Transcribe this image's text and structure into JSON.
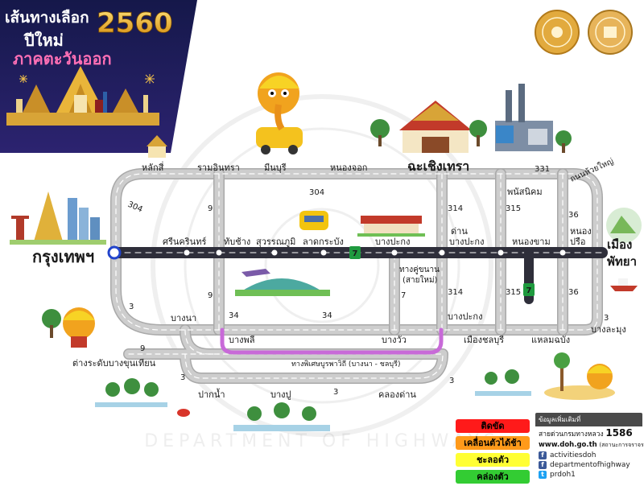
{
  "header": {
    "line1": "เส้นทางเลือก",
    "year": "2560",
    "line2": "ปีใหม่",
    "line3": "ภาคตะวันออก"
  },
  "places": {
    "bangkok": "กรุงเทพฯ",
    "pattaya_1": "เมือง",
    "pattaya_2": "พัทยา",
    "chachoengsao": "ฉะเชิงเทรา",
    "lak_si": "หลักสี่",
    "ram_inthra": "รามอินทรา",
    "min_buri": "มีนบุรี",
    "nong_chok": "หนองจอก",
    "phanat_nikhom": "พนัสนิคม",
    "thanon_huai_yai": "ถนนห้วยใหญ่",
    "nong_prue_1": "หนอง",
    "nong_prue_2": "ปรือ",
    "srinakarin": "ศรีนครินทร์",
    "thap_chang": "ทับช้าง",
    "suvarnabhumi": "สุวรรณภูมิ",
    "lat_krabang": "ลาดกระบัง",
    "bang_pakong_top": "บางปะกง",
    "dan_bang_pakong_1": "ด่าน",
    "dan_bang_pakong_2": "บางปะกง",
    "nong_kham": "หนองขาม",
    "khu_khanan_1": "ทางคู่ขนาน",
    "khu_khanan_2": "(สายใหม่)",
    "bang_na": "บางนา",
    "bang_phli": "บางพลี",
    "bang_wua": "บางวัว",
    "bang_pakong_low": "บางปะกง",
    "mueang_chonburi": "เมืองชลบุรี",
    "laem_chabang": "แหลมฉบัง",
    "bang_lamung": "บางละมุง",
    "bang_khun_thian": "ต่างระดับบางขุนเทียน",
    "pak_nam": "ปากน้ำ",
    "bang_pu": "บางปู",
    "khlong_dan": "คลองด่าน",
    "special_road": "ทางพิเศษบูรพาวิถี (บางนา - ชลบุรี)"
  },
  "route_numbers": {
    "r304_west": "304",
    "r304_mid": "304",
    "r331": "331",
    "r9_top": "9",
    "r9_low": "9",
    "r3_west": "3",
    "r34_a": "34",
    "r34_b": "34",
    "r314_top": "314",
    "r314_low": "314",
    "r315_top": "315",
    "r315_low": "315",
    "r36_top": "36",
    "r36_low": "36",
    "r7": "7",
    "r3_east": "3",
    "r9_sw": "9",
    "r3_sw": "3",
    "r3_south": "3",
    "r3_south_b": "3"
  },
  "legend": {
    "items": [
      {
        "label": "ติดขัด",
        "color": "#ff1a1a"
      },
      {
        "label": "เคลื่อนตัวได้ช้า",
        "color": "#ff9a1a"
      },
      {
        "label": "ชะลอตัว",
        "color": "#ffff33"
      },
      {
        "label": "คล่องตัว",
        "color": "#33cc33"
      }
    ]
  },
  "info": {
    "heading": "ข้อมูลเพิ่มเติมที่",
    "hotline_label": "สายด่วนกรมทางหลวง",
    "hotline": "1586",
    "site": "www.doh.go.th",
    "site_note": "(สถานะการจราจร)",
    "social": [
      {
        "handle": "activitiesdoh",
        "icon": "facebook-icon"
      },
      {
        "handle": "departmentofhighway",
        "icon": "facebook-icon"
      },
      {
        "handle": "prdoh1",
        "icon": "twitter-icon"
      }
    ]
  },
  "watermark": "DEPARTMENT OF HIGHWAYS",
  "motorway_sign": "7",
  "colors": {
    "road": "#c4c4c4",
    "road_edge": "#a9a9a9",
    "motorway": "#2e2e3a",
    "special": "#c86ad8",
    "header_bg": "#1b1f54",
    "gold": "#f0b020",
    "pink_title": "#ff69b4"
  }
}
